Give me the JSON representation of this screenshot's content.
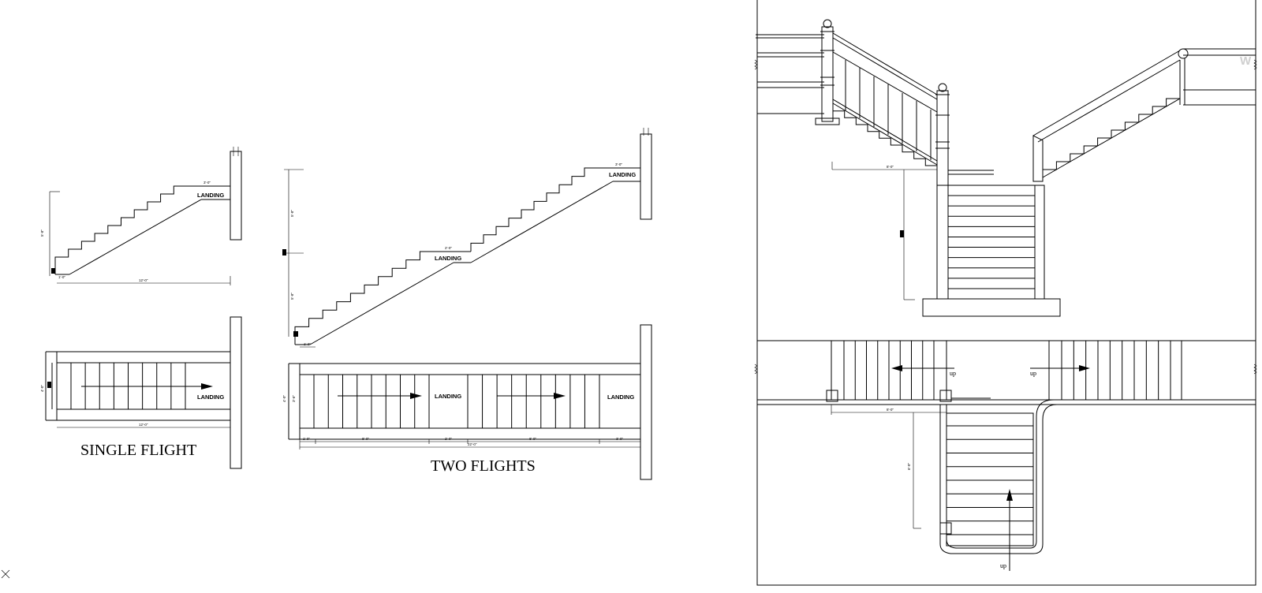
{
  "titles": {
    "single": "SINGLE FLIGHT",
    "two": "TWO FLIGHTS"
  },
  "labels": {
    "landing": "LANDING",
    "up": "up"
  },
  "dimensions": {
    "single_landing_w": "3'-0\"",
    "single_rise": "5'-8\"",
    "single_run": "12'-0\"",
    "single_bottom": "1'-0\"",
    "single_plan_w": "4'-0\"",
    "single_plan_len": "12'-0\"",
    "two_top_landing": "3'-0\"",
    "two_mid_landing": "2'-0\"",
    "two_rise_upper": "5'-8\"",
    "two_rise_lower": "5'-8\"",
    "two_bottom": "1'-0\"",
    "two_plan_w": "4'-0\"",
    "two_plan_w2": "3'-6\"",
    "two_plan_seg1": "1'-0\"",
    "two_plan_seg2": "8'-0\"",
    "two_plan_seg3": "2'-0\"",
    "two_plan_seg4": "8'-0\"",
    "two_plan_seg5": "3'-0\"",
    "two_plan_total": "22'-0\"",
    "right_elev_w": "8'-0\"",
    "right_plan_w": "8'-0\"",
    "right_plan_h": "6'-0\""
  },
  "watermark": "W",
  "colors": {
    "line": "#000000",
    "background": "#ffffff"
  }
}
